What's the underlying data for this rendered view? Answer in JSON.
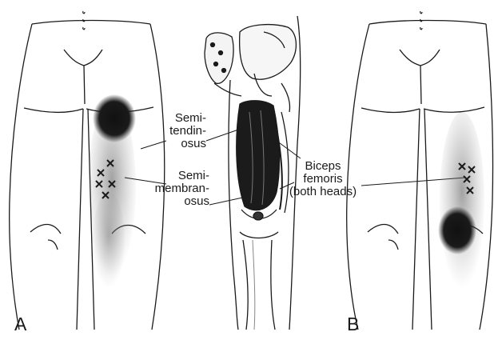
{
  "panels": {
    "left": "A",
    "right": "B"
  },
  "labels": {
    "semitendinosus": [
      "Semi-",
      "tendin-",
      "osus"
    ],
    "semimembranosus": [
      "Semi-",
      "membran-",
      "osus"
    ],
    "biceps_femoris": [
      "Biceps",
      "femoris",
      "(both heads)"
    ]
  },
  "colors": {
    "ink": "#1a1a1a",
    "stipple": "#2a2a2a",
    "paper": "#ffffff"
  }
}
